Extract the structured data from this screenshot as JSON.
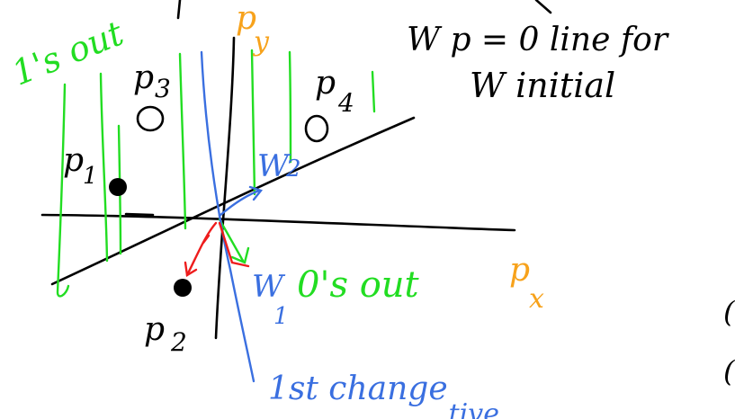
{
  "labels": {
    "ones_out": "1's out",
    "p_y": "p",
    "p_y_sub": "y",
    "p3": "p",
    "p3_sub": "3",
    "p4": "p",
    "p4_sub": "4",
    "p1": "p",
    "p1_sub": "1",
    "p2": "p",
    "p2_sub": "2",
    "w2": "W",
    "w2_sub": "2",
    "w1": "W",
    "w1_sub": "1",
    "zeros_out": "0's out",
    "p_x": "p",
    "p_x_sub": "x",
    "title_line1": "W p = 0  line for",
    "title_line2": "W initial",
    "first_change": "1st change",
    "first_change_cont": "...tive",
    "edge_mark_1": "(",
    "edge_mark_2": "("
  },
  "colors": {
    "ink": "#000000",
    "green": "#22dd22",
    "blue": "#3a6fe0",
    "red": "#ee1c1c",
    "orange": "#f7a21b"
  },
  "points": [
    {
      "name": "p1",
      "kind": "filled",
      "class": 1
    },
    {
      "name": "p2",
      "kind": "filled",
      "class": 1
    },
    {
      "name": "p3",
      "kind": "hollow",
      "class": 0
    },
    {
      "name": "p4",
      "kind": "hollow",
      "class": 0
    }
  ]
}
